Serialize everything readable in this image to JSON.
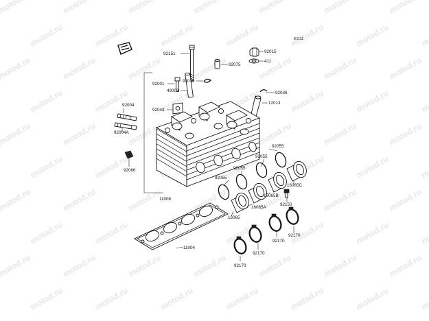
{
  "diagram": {
    "ref_code": "E1111",
    "watermark": "motod.ru",
    "callouts": [
      {
        "id": "92151",
        "text": "92151"
      },
      {
        "id": "92015",
        "text": "92015"
      },
      {
        "id": "411",
        "text": "411"
      },
      {
        "id": "92075",
        "text": "92075"
      },
      {
        "id": "92036a",
        "text": "92036"
      },
      {
        "id": "92001",
        "text": "92001"
      },
      {
        "id": "49002",
        "text": "49002"
      },
      {
        "id": "92036b",
        "text": "92036"
      },
      {
        "id": "12013",
        "text": "12013"
      },
      {
        "id": "92004",
        "text": "92004"
      },
      {
        "id": "92043",
        "text": "92043"
      },
      {
        "id": "92004A",
        "text": "92004A"
      },
      {
        "id": "92055a",
        "text": "92055"
      },
      {
        "id": "92055b",
        "text": "92055"
      },
      {
        "id": "92055c",
        "text": "92055"
      },
      {
        "id": "92055d",
        "text": "92055"
      },
      {
        "id": "16065C",
        "text": "16065C"
      },
      {
        "id": "16065B",
        "text": "16065B"
      },
      {
        "id": "16065A",
        "text": "16065A"
      },
      {
        "id": "16065",
        "text": "16065"
      },
      {
        "id": "92066",
        "text": "92066"
      },
      {
        "id": "11008",
        "text": "11008"
      },
      {
        "id": "92150",
        "text": "92150"
      },
      {
        "id": "92170a",
        "text": "92170"
      },
      {
        "id": "92170b",
        "text": "92170"
      },
      {
        "id": "92170c",
        "text": "92170"
      },
      {
        "id": "92170d",
        "text": "92170"
      },
      {
        "id": "11004",
        "text": "11004"
      }
    ]
  }
}
